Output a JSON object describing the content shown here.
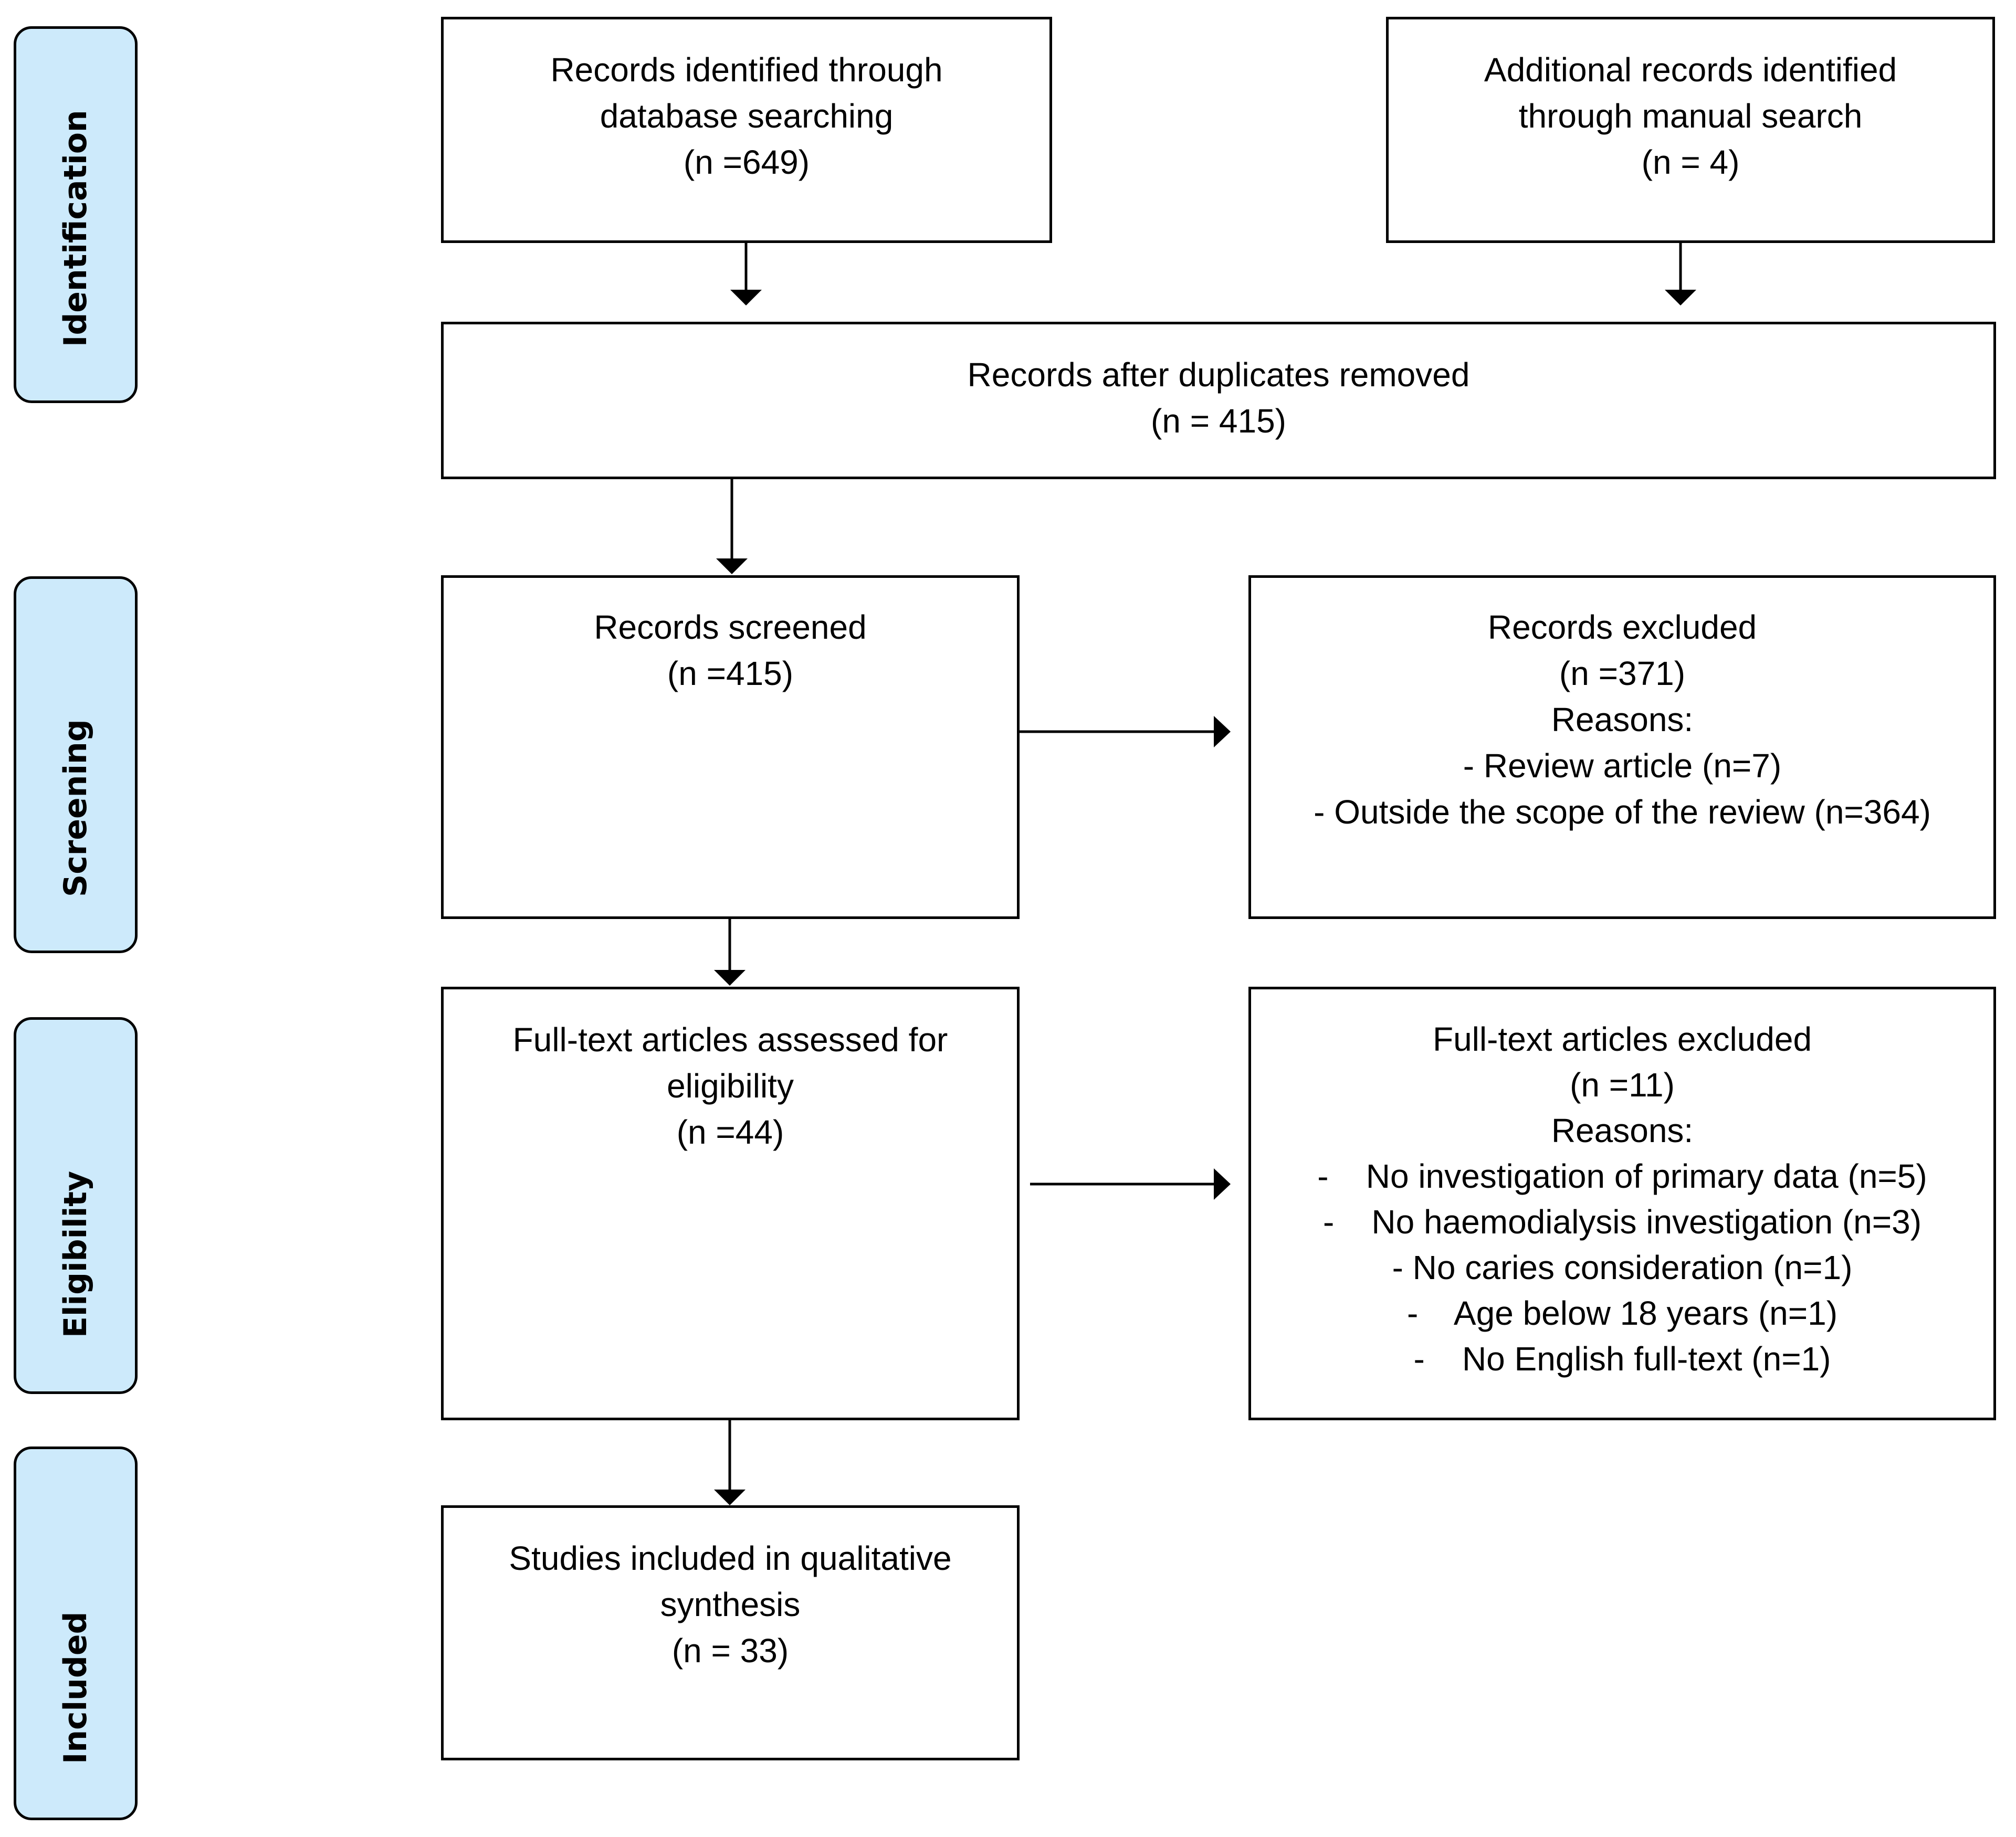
{
  "stages": {
    "identification": "Identification",
    "screening": "Screening",
    "eligibility": "Eligibility",
    "included": "Included"
  },
  "boxes": {
    "database_search": {
      "lines": [
        "Records identified through",
        "database searching",
        "(n =649)"
      ]
    },
    "manual_search": {
      "lines": [
        "Additional records identified",
        "through manual search",
        "(n = 4)"
      ]
    },
    "duplicates_removed": {
      "lines": [
        "Records after duplicates removed",
        "(n = 415)"
      ]
    },
    "records_screened": {
      "lines": [
        "Records screened",
        "(n =415)"
      ]
    },
    "records_excluded": {
      "lines": [
        "Records excluded",
        "(n =371)",
        "Reasons:",
        "- Review article (n=7)",
        "- Outside the scope of the review (n=364)"
      ]
    },
    "fulltext_assessed": {
      "lines": [
        "Full-text articles assessed for",
        "eligibility",
        "(n =44)"
      ]
    },
    "fulltext_excluded": {
      "lines": [
        "Full-text articles excluded",
        "(n =11)",
        "Reasons:",
        "-    No investigation of primary data (n=5)",
        "-    No haemodialysis investigation (n=3)",
        "- No caries consideration (n=1)",
        "-    Age below 18 years (n=1)",
        "-    No English full-text (n=1)"
      ]
    },
    "included_studies": {
      "lines": [
        "Studies included in qualitative",
        "synthesis",
        "(n = 33)"
      ]
    }
  }
}
